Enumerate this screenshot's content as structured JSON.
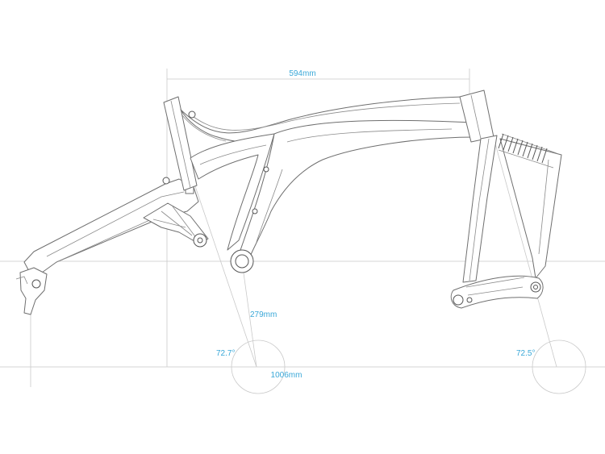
{
  "dimensions": {
    "reach": "594mm",
    "chainstay": "279mm",
    "wheelbase": "1006mm",
    "seat_angle": "72.7°",
    "head_angle": "72.5°"
  },
  "colors": {
    "dimension_text": "#3aa8d8",
    "frame_line": "#6f6f6f",
    "construction_line": "#c9c9c9"
  }
}
